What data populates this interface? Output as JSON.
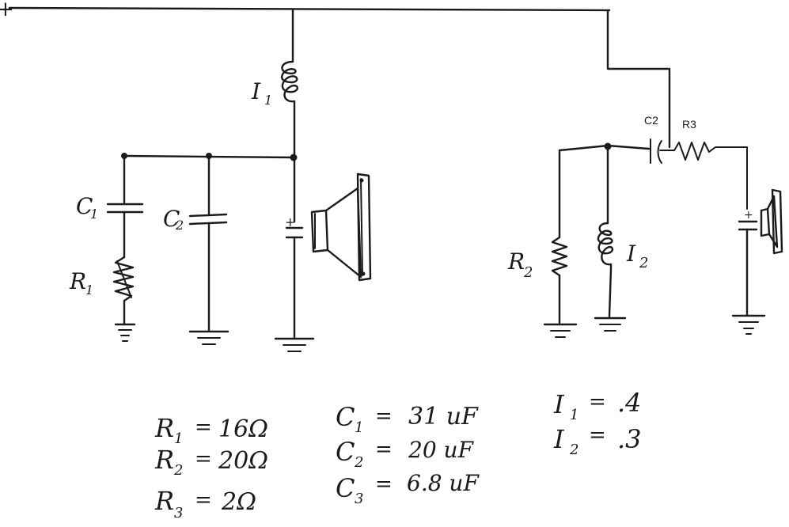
{
  "supply_label": "+",
  "components": {
    "inductor_1": "I",
    "inductor_1_sub": "1",
    "capacitor_1": "C",
    "capacitor_1_sub": "1",
    "capacitor_2_left": "C",
    "capacitor_2_left_sub": "2",
    "resistor_1": "R",
    "resistor_1_sub": "1",
    "resistor_2": "R",
    "resistor_2_sub": "2",
    "inductor_2": "I",
    "inductor_2_sub": "2",
    "capacitor_2_right": "C2",
    "resistor_3": "R3",
    "polarity_mark": "+"
  },
  "values": {
    "r1": {
      "name": "R",
      "sub": "1",
      "eq": "=",
      "val": "16Ω"
    },
    "r2": {
      "name": "R",
      "sub": "2",
      "eq": "=",
      "val": "20Ω"
    },
    "r3": {
      "name": "R",
      "sub": "3",
      "eq": "=",
      "val": "2Ω"
    },
    "c1": {
      "name": "C",
      "sub": "1",
      "eq": "=",
      "val": "31 uF"
    },
    "c2": {
      "name": "C",
      "sub": "2",
      "eq": "=",
      "val": "20 uF"
    },
    "c3": {
      "name": "C",
      "sub": "3",
      "eq": "=",
      "val": "6.8 uF"
    },
    "i1": {
      "name": "I",
      "sub": "1",
      "eq": "=",
      "val": ".4"
    },
    "i2": {
      "name": "I",
      "sub": "2",
      "eq": "=",
      "val": ".3"
    }
  }
}
